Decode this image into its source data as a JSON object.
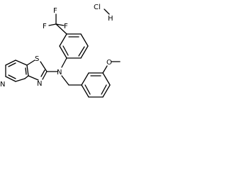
{
  "molecule": {
    "salt": {
      "chlorine": "Cl",
      "hydrogen": "H"
    },
    "trifluoromethyl": {
      "fluorine_top": "F",
      "fluorine_left": "F",
      "fluorine_right": "F"
    },
    "thiazolopyridine": {
      "pyridine_nitrogen": "N",
      "thiazole_nitrogen": "N",
      "sulfur": "S"
    },
    "amine_nitrogen": "N",
    "methoxy_oxygen": "O"
  }
}
